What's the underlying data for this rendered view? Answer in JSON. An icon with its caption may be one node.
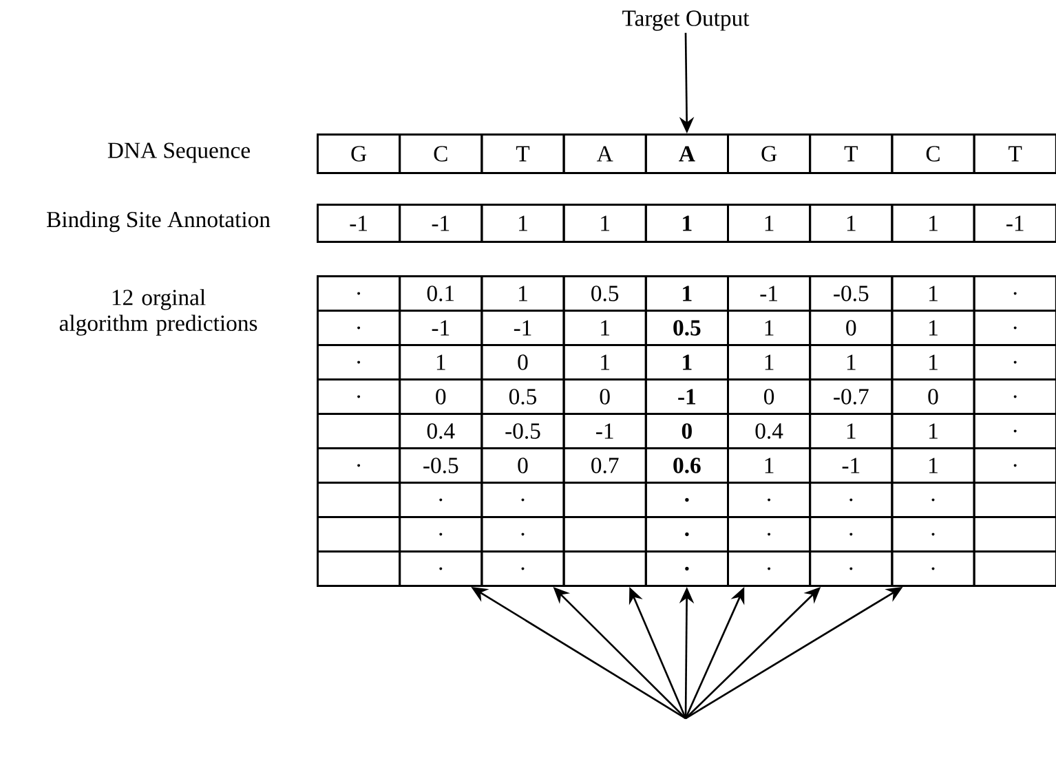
{
  "diagram": {
    "nodes": [
      {
        "text": [
          "Target Output"
        ]
      },
      {
        "text": [
          "G"
        ]
      },
      {
        "text": [
          "C"
        ]
      },
      {
        "text": [
          "T"
        ]
      },
      {
        "text": [
          "A"
        ]
      },
      {
        "text": [
          "A"
        ]
      },
      {
        "text": [
          "G"
        ]
      },
      {
        "text": [
          "T"
        ]
      },
      {
        "text": [
          "C"
        ]
      },
      {
        "text": [
          "T"
        ]
      },
      {
        "text": [
          "-1"
        ]
      },
      {
        "text": [
          "-1"
        ]
      },
      {
        "text": [
          "1"
        ]
      },
      {
        "text": [
          "1"
        ]
      },
      {
        "text": [
          "1"
        ]
      },
      {
        "text": [
          "1"
        ]
      },
      {
        "text": [
          "1"
        ]
      },
      {
        "text": [
          "1"
        ]
      },
      {
        "text": [
          "-1"
        ]
      },
      {
        "text": [
          "."
        ]
      },
      {
        "text": [
          "0.1"
        ]
      },
      {
        "text": [
          "1"
        ]
      },
      {
        "text": [
          "0.5"
        ]
      },
      {
        "text": [
          "1"
        ]
      },
      {
        "text": [
          "-1"
        ]
      },
      {
        "text": [
          "-0.5"
        ]
      },
      {
        "text": [
          "1"
        ]
      },
      {
        "text": [
          "."
        ]
      },
      {
        "text": [
          "."
        ]
      },
      {
        "text": [
          "-1"
        ]
      },
      {
        "text": [
          "-1"
        ]
      },
      {
        "text": [
          "1"
        ]
      },
      {
        "text": [
          "0.5"
        ]
      },
      {
        "text": [
          "1"
        ]
      },
      {
        "text": [
          "0"
        ]
      },
      {
        "text": [
          "1"
        ]
      },
      {
        "text": [
          "."
        ]
      },
      {
        "text": [
          "."
        ]
      },
      {
        "text": [
          "1"
        ]
      },
      {
        "text": [
          "0"
        ]
      },
      {
        "text": [
          "1"
        ]
      },
      {
        "text": [
          "1"
        ]
      },
      {
        "text": [
          "1"
        ]
      },
      {
        "text": [
          "1"
        ]
      },
      {
        "text": [
          "1"
        ]
      },
      {
        "text": [
          "."
        ]
      },
      {
        "text": [
          "."
        ]
      },
      {
        "text": [
          "0"
        ]
      },
      {
        "text": [
          "0.5"
        ]
      },
      {
        "text": [
          "0"
        ]
      },
      {
        "text": [
          "-1"
        ]
      },
      {
        "text": [
          "0"
        ]
      },
      {
        "text": [
          "-0.7"
        ]
      },
      {
        "text": [
          "0"
        ]
      },
      {
        "text": [
          "."
        ]
      },
      {
        "text": [],
        "shape": "box"
      },
      {
        "text": [
          "0.4"
        ]
      },
      {
        "text": [
          "-0.5"
        ]
      },
      {
        "text": [
          "-1"
        ]
      },
      {
        "text": [
          "0"
        ]
      },
      {
        "text": [
          "0.4"
        ]
      },
      {
        "text": [
          "1"
        ]
      },
      {
        "text": [
          "1"
        ]
      },
      {
        "text": [
          "."
        ]
      },
      {
        "text": [
          "."
        ]
      },
      {
        "text": [
          "-0.5"
        ]
      },
      {
        "text": [
          "0"
        ]
      },
      {
        "text": [
          "0.7"
        ]
      },
      {
        "text": [
          "0.6"
        ]
      },
      {
        "text": [
          "1"
        ]
      },
      {
        "text": [
          "-1"
        ]
      },
      {
        "text": [
          "1"
        ]
      },
      {
        "text": [
          "."
        ]
      },
      {
        "text": [],
        "shape": "box"
      },
      {
        "text": [
          "."
        ]
      },
      {
        "text": [
          "."
        ]
      },
      {
        "text": [],
        "shape": "box"
      },
      {
        "text": [
          "."
        ]
      },
      {
        "text": [
          "."
        ]
      },
      {
        "text": [
          "."
        ]
      },
      {
        "text": [
          "."
        ]
      },
      {
        "text": [],
        "shape": "box"
      },
      {
        "text": [],
        "shape": "box"
      },
      {
        "text": [
          "."
        ]
      },
      {
        "text": [
          "."
        ]
      },
      {
        "text": [],
        "shape": "box"
      },
      {
        "text": [
          "."
        ]
      },
      {
        "text": [
          "."
        ]
      },
      {
        "text": [
          "."
        ]
      },
      {
        "text": [
          "."
        ]
      },
      {
        "text": [],
        "shape": "box"
      },
      {
        "text": [],
        "shape": "box"
      },
      {
        "text": [
          "."
        ]
      },
      {
        "text": [
          "."
        ]
      },
      {
        "text": [],
        "shape": "box"
      },
      {
        "text": [
          "."
        ]
      },
      {
        "text": [
          "."
        ]
      },
      {
        "text": [
          "."
        ]
      },
      {
        "text": [
          "."
        ]
      },
      {
        "text": [],
        "shape": "box"
      }
    ],
    "edges": [
      {
        "from": 0,
        "to": 5,
        "arrow": "to"
      },
      {
        "from": null,
        "to": 92,
        "arrow": "to"
      },
      {
        "from": null,
        "to": 93,
        "arrow": "to"
      },
      {
        "from": null,
        "to": 94,
        "arrow": "to"
      },
      {
        "from": null,
        "to": 95,
        "arrow": "to"
      },
      {
        "from": null,
        "to": 96,
        "arrow": "to"
      },
      {
        "from": null,
        "to": 97,
        "arrow": "to"
      },
      {
        "from": null,
        "to": 98,
        "arrow": "to"
      }
    ],
    "labels": [
      "DNA Sequence",
      "Binding Site Annotation",
      "12 orginal algorithm predictions"
    ]
  }
}
